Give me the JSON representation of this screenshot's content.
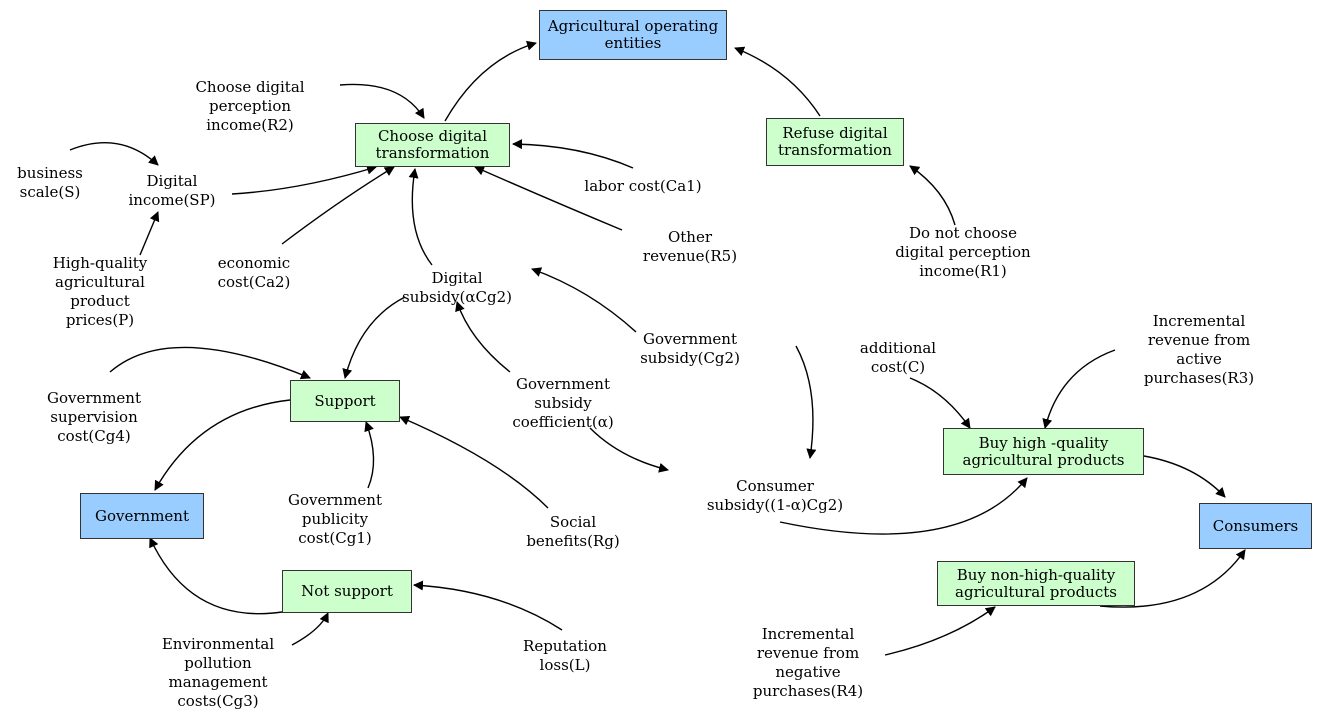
{
  "nodes": {
    "agri_entities": "Agricultural operating\nentities",
    "choose_digital": "Choose digital\ntransformation",
    "refuse_digital": "Refuse digital\ntransformation",
    "support": "Support",
    "government": "Government",
    "not_support": "Not support",
    "buy_high": "Buy high -quality\nagricultural products",
    "consumers": "Consumers",
    "buy_non_high": "Buy non-high-quality\nagricultural products"
  },
  "labels": {
    "r2": "Choose digital\nperception\nincome(R2)",
    "business_scale": "business\nscale(S)",
    "digital_income": "Digital\nincome(SP)",
    "price": "High-quality\nagricultural\nproduct\nprices(P)",
    "economic_cost": "economic\ncost(Ca2)",
    "labor_cost": "labor cost(Ca1)",
    "r5": "Other\nrevenue(R5)",
    "r1": "Do not choose\ndigital perception\nincome(R1)",
    "digital_subsidy": "Digital\nsubsidy(αCg2)",
    "gov_subsidy": "Government\nsubsidy(Cg2)",
    "additional_cost": "additional\ncost(C)",
    "r3": "Incremental\nrevenue from\nactive\npurchases(R3)",
    "cg4": "Government\nsupervision\ncost(Cg4)",
    "alpha": "Government\nsubsidy\ncoefficient(α)",
    "consumer_subsidy": "Consumer\nsubsidy((1-α)Cg2)",
    "cg1": "Government\npublicity\ncost(Cg1)",
    "rg": "Social\nbenefits(Rg)",
    "cg3": "Environmental\npollution\nmanagement\ncosts(Cg3)",
    "loss": "Reputation\nloss(L)",
    "r4": "Incremental\nrevenue from\nnegative\npurchases(R4)"
  },
  "colors": {
    "entity_fill": "#99ccff",
    "strategy_fill": "#ccffcc",
    "border": "#333333",
    "arrow": "#000000"
  }
}
